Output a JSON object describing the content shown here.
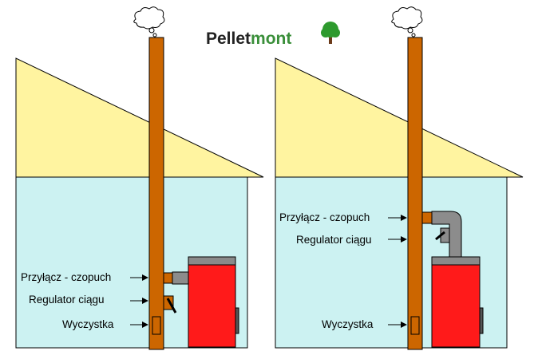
{
  "brand": {
    "name_part1": "Pellet",
    "name_part2": "mont"
  },
  "colors": {
    "roof": "#fff4a0",
    "wall": "#ccf2f2",
    "chimney": "#cc6600",
    "boiler": "#ff1a1a",
    "boiler_top": "#8a8a8a",
    "pipe": "#8c8c8c",
    "tree": "#2e9a2e",
    "outline": "#000000"
  },
  "icons": [
    "smoke-cloud-icon",
    "tree-logo-icon",
    "arrow-right-icon"
  ],
  "left_diagram": {
    "labels": {
      "connector": "Przyłącz - czopuch",
      "draft_regulator": "Regulator ciągu",
      "cleanout": "Wyczystka"
    }
  },
  "right_diagram": {
    "labels": {
      "connector": "Przyłącz - czopuch",
      "draft_regulator": "Regulator ciągu",
      "cleanout": "Wyczystka"
    }
  }
}
